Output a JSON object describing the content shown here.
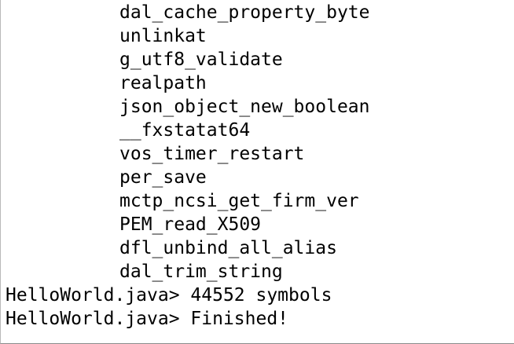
{
  "terminal": {
    "symbol_lines": [
      "dal_cache_property_byte",
      "unlinkat",
      "g_utf8_validate",
      "realpath",
      "json_object_new_boolean",
      "__fxstatat64",
      "vos_timer_restart",
      "per_save",
      "mctp_ncsi_get_firm_ver",
      "PEM_read_X509",
      "dfl_unbind_all_alias",
      "dal_trim_string"
    ],
    "status_lines": [
      "HelloWorld.java> 44552 symbols",
      "HelloWorld.java> Finished!"
    ]
  }
}
